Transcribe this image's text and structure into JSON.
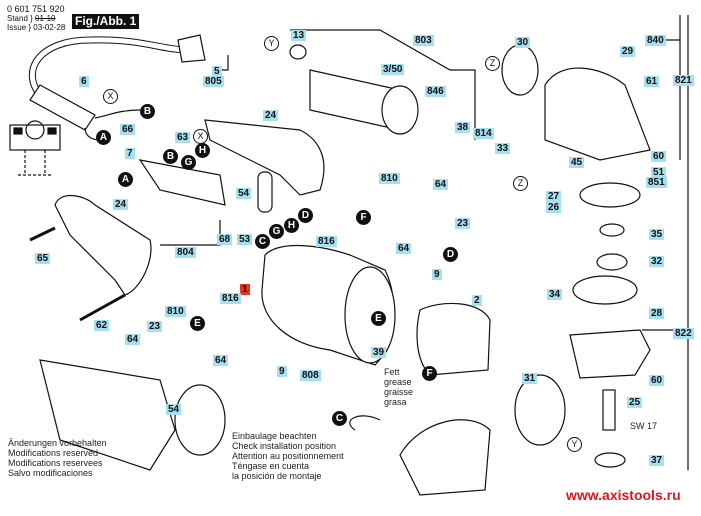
{
  "header": {
    "part_number": "0 601 751 920",
    "stand_label": "Stand",
    "issue_label": "Issue",
    "stand_value_struck": "01-10",
    "issue_date": "03-02-28",
    "figure_title": "Fig./Abb. 1"
  },
  "notes": {
    "modifications": [
      "Änderungen vorbehalten",
      "Modifications reserved",
      "Modifications reservees",
      "Salvo modificaciones"
    ],
    "installation": [
      "Einbaulage beachten",
      "Check installation position",
      "Attention au positionnement",
      "Téngase en cuenta",
      "la posición de montaje"
    ],
    "grease": [
      "Fett",
      "grease",
      "graisse",
      "grasa"
    ],
    "wrench_size": "SW 17"
  },
  "watermark": {
    "text": "www.axistools.ru",
    "color": "#e0161b"
  },
  "colors": {
    "label_bg": "#a6dff0",
    "highlight_bg": "#e8311f",
    "line": "#111111"
  },
  "part_labels": [
    {
      "id": "5",
      "text": "5"
    },
    {
      "id": "805",
      "text": "805"
    },
    {
      "id": "6",
      "text": "6"
    },
    {
      "id": "66",
      "text": "66"
    },
    {
      "id": "63",
      "text": "63"
    },
    {
      "id": "7",
      "text": "7"
    },
    {
      "id": "24a",
      "text": "24"
    },
    {
      "id": "24b",
      "text": "24"
    },
    {
      "id": "54a",
      "text": "54"
    },
    {
      "id": "68",
      "text": "68"
    },
    {
      "id": "53",
      "text": "53"
    },
    {
      "id": "804",
      "text": "804"
    },
    {
      "id": "65",
      "text": "65"
    },
    {
      "id": "62",
      "text": "62"
    },
    {
      "id": "1",
      "text": "1"
    },
    {
      "id": "816a",
      "text": "816"
    },
    {
      "id": "810a",
      "text": "810"
    },
    {
      "id": "23a",
      "text": "23"
    },
    {
      "id": "64a",
      "text": "64"
    },
    {
      "id": "64b",
      "text": "64"
    },
    {
      "id": "9a",
      "text": "9"
    },
    {
      "id": "808",
      "text": "808"
    },
    {
      "id": "54b",
      "text": "54"
    },
    {
      "id": "13",
      "text": "13"
    },
    {
      "id": "803",
      "text": "803"
    },
    {
      "id": "3_50",
      "text": "3/50"
    },
    {
      "id": "846",
      "text": "846"
    },
    {
      "id": "38",
      "text": "38"
    },
    {
      "id": "814",
      "text": "814"
    },
    {
      "id": "33",
      "text": "33"
    },
    {
      "id": "30",
      "text": "30"
    },
    {
      "id": "840",
      "text": "840"
    },
    {
      "id": "29",
      "text": "29"
    },
    {
      "id": "821",
      "text": "821"
    },
    {
      "id": "61",
      "text": "61"
    },
    {
      "id": "60a",
      "text": "60"
    },
    {
      "id": "51",
      "text": "51"
    },
    {
      "id": "851",
      "text": "851"
    },
    {
      "id": "45",
      "text": "45"
    },
    {
      "id": "27",
      "text": "27"
    },
    {
      "id": "26",
      "text": "26"
    },
    {
      "id": "810b",
      "text": "810"
    },
    {
      "id": "64c",
      "text": "64"
    },
    {
      "id": "23b",
      "text": "23"
    },
    {
      "id": "816b",
      "text": "816"
    },
    {
      "id": "64d",
      "text": "64"
    },
    {
      "id": "9b",
      "text": "9"
    },
    {
      "id": "2",
      "text": "2"
    },
    {
      "id": "39",
      "text": "39"
    },
    {
      "id": "31",
      "text": "31"
    },
    {
      "id": "35",
      "text": "35"
    },
    {
      "id": "32",
      "text": "32"
    },
    {
      "id": "34",
      "text": "34"
    },
    {
      "id": "28",
      "text": "28"
    },
    {
      "id": "822",
      "text": "822"
    },
    {
      "id": "60b",
      "text": "60"
    },
    {
      "id": "25",
      "text": "25"
    },
    {
      "id": "37",
      "text": "37"
    }
  ],
  "connectors": {
    "A": "A",
    "B": "B",
    "C": "C",
    "D": "D",
    "E": "E",
    "F": "F",
    "G": "G",
    "H": "H",
    "X": "X",
    "Y": "Y",
    "Z": "Z"
  }
}
